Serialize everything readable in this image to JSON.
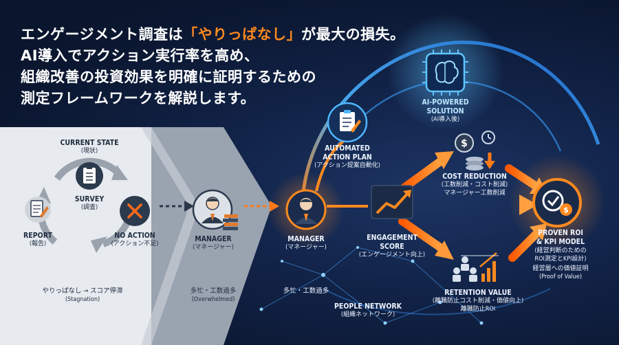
{
  "headline": {
    "line1_prefix": "エンゲージメント調査は",
    "line1_highlight": "「やりっぱなし」",
    "line1_suffix": "が最大の損失。",
    "line2": "AI導入でアクション実行率を高め、",
    "line3": "組織改善の投資効果を明確に証明するための",
    "line4": "測定フレームワークを解説します。"
  },
  "current_state": {
    "title": "CURRENT STATE",
    "title_jp": "(現状)",
    "survey": {
      "label": "SURVEY",
      "jp": "(調査)"
    },
    "report": {
      "label": "REPORT",
      "jp": "(報告)"
    },
    "no_action": {
      "label": "NO ACTION",
      "jp": "(アクション不足)"
    },
    "stagnation": "やりっぱなし → スコア停滞",
    "stagnation_en": "(Stagnation)"
  },
  "manager_before": {
    "label": "MANAGER",
    "jp": "(マネージャー)",
    "status": "多忙・工数過多",
    "status_en": "(Overwhelmed)"
  },
  "manager_after": {
    "label": "MANAGER",
    "jp": "(マネージャー)",
    "status": "多忙・工数過多"
  },
  "ai_solution": {
    "label_line1": "AI-POWERED",
    "label_line2": "SOLUTION",
    "jp": "(AI導入後)"
  },
  "action_plan": {
    "label_line1": "AUTOMATED",
    "label_line2": "ACTION PLAN",
    "jp": "(アクション提案自動化)"
  },
  "cost_reduction": {
    "label": "COST REDUCTION",
    "jp_line1": "(工数削減・コスト削減)",
    "jp_line2": "マネージャー工数削減"
  },
  "engagement": {
    "label_line1": "ENGAGEMENT",
    "label_line2": "SCORE",
    "jp": "(エンゲージメント向上)"
  },
  "retention": {
    "label": "RETENTION VALUE",
    "jp_line1": "(離職防止コスト削減・価値向上)",
    "jp_line2": "離職防止ROI"
  },
  "roi_model": {
    "label_line1": "PROVEN ROI",
    "label_line2": "& KPI MODEL",
    "jp_line1": "(経営判断のための",
    "jp_line2": "ROI測定とKPI設計)",
    "jp_line3": "経営層への価値証明",
    "en": "(Proof of Value)"
  },
  "people_network": {
    "label": "PEOPLE NETWORK",
    "jp": "(組織ネットワーク)"
  },
  "colors": {
    "accent_orange": "#ff7a18",
    "accent_blue": "#35a8ff",
    "dark_bg": "#0b1730",
    "light_panel": "#e9ecf1"
  }
}
